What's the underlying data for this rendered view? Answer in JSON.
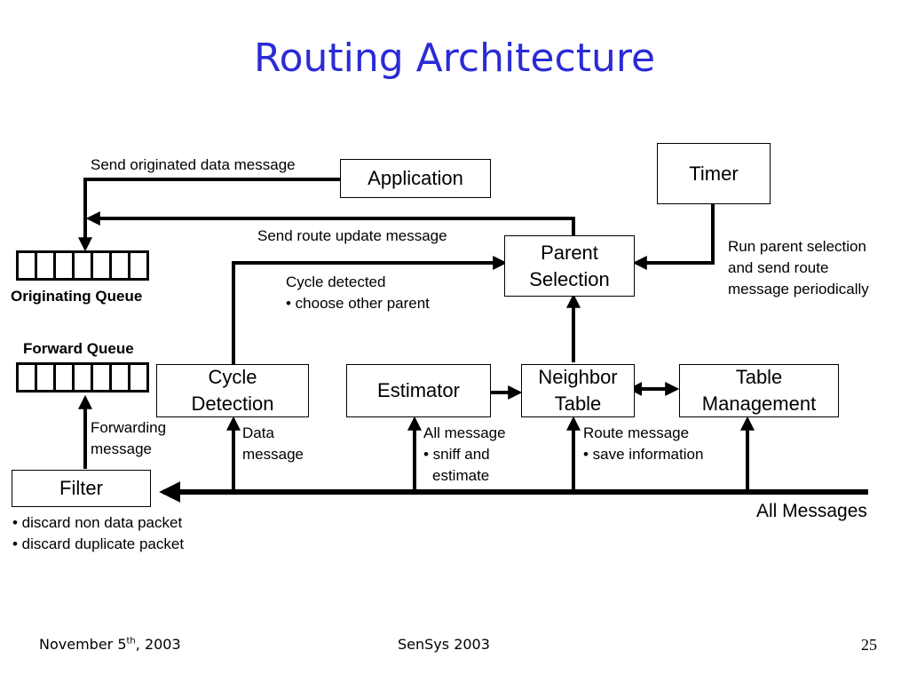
{
  "title": "Routing Architecture",
  "boxes": {
    "application": "Application",
    "timer": "Timer",
    "parent_selection": [
      "Parent",
      "Selection"
    ],
    "cycle_detection": [
      "Cycle",
      "Detection"
    ],
    "estimator": "Estimator",
    "neighbor_table": [
      "Neighbor",
      "Table"
    ],
    "table_management": [
      "Table",
      "Management"
    ],
    "filter": "Filter"
  },
  "queues": {
    "originating": {
      "label": "Originating Queue",
      "cells": 7
    },
    "forward": {
      "label": "Forward Queue",
      "cells": 7
    }
  },
  "labels": {
    "send_originated": "Send originated data message",
    "send_route_update": "Send route update message",
    "run_parent_selection": [
      "Run parent selection",
      "and send route",
      "message periodically"
    ],
    "cycle_detected": [
      "Cycle detected",
      "• choose other parent"
    ],
    "forwarding_message": [
      "Forwarding",
      "message"
    ],
    "data_message": [
      "Data",
      "message"
    ],
    "all_message": [
      "All message",
      "• sniff and",
      "estimate"
    ],
    "route_message": [
      "Route message",
      "• save information"
    ],
    "all_messages": "All Messages",
    "filter_notes": [
      "• discard non data packet",
      "• discard duplicate packet"
    ]
  },
  "footer": {
    "date_prefix": "November 5",
    "date_sup": "th",
    "date_suffix": ", 2003",
    "conference": "SenSys 2003",
    "page_number": "25"
  },
  "colors": {
    "title": "#2b2bd6",
    "lines": "#000000"
  }
}
